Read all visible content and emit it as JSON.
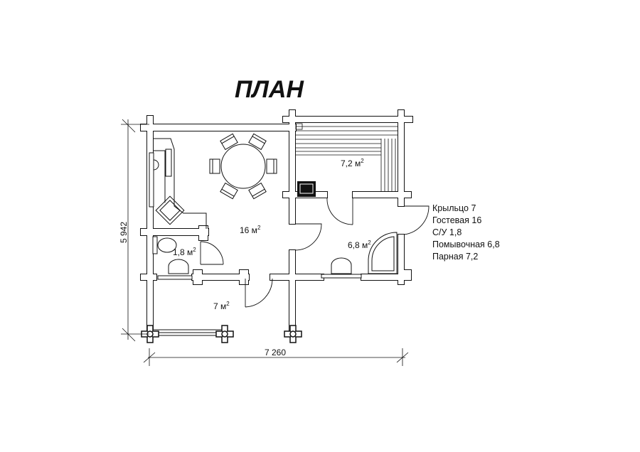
{
  "title": "ПЛАН",
  "rooms": {
    "guest": {
      "area": "16 м",
      "sup": "2"
    },
    "wc": {
      "area": "1,8 м",
      "sup": "2"
    },
    "steam": {
      "area": "7,2 м",
      "sup": "2"
    },
    "wash": {
      "area": "6,8 м",
      "sup": "2"
    },
    "porch": {
      "area": "7 м",
      "sup": "2"
    }
  },
  "dimensions": {
    "height": "5 942",
    "width": "7 260"
  },
  "legend": [
    "Крыльцо 7",
    "Гостевая 16",
    "С/У 1,8",
    "Помывочная 6,8",
    "Парная 7,2"
  ],
  "colors": {
    "line": "#111111",
    "background": "#ffffff"
  }
}
